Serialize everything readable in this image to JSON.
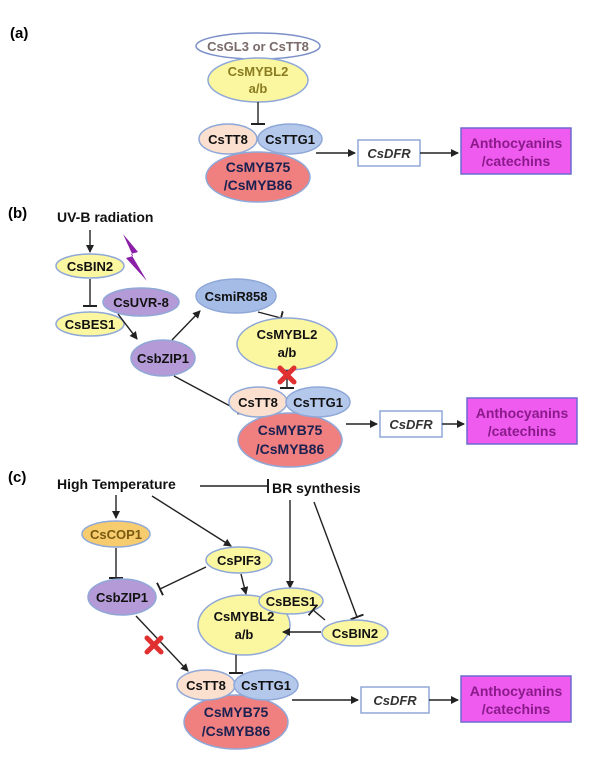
{
  "panels": {
    "a": "(a)",
    "b": "(b)",
    "c": "(c)"
  },
  "a": {
    "gl3": "CsGL3 or CsTT8",
    "mybl2_line1": "CsMYBL2",
    "mybl2_line2": "a/b",
    "tt8": "CsTT8",
    "ttg1": "CsTTG1",
    "myb75_line1": "CsMYB75",
    "myb75_line2": "/CsMYB86",
    "dfr": "CsDFR",
    "product_line1": "Anthocyanins",
    "product_line2": "/catechins"
  },
  "b": {
    "uvb": "UV-B radiation",
    "bin2": "CsBIN2",
    "uvr8": "CsUVR-8",
    "bes1": "CsBES1",
    "bzip1": "CsbZIP1",
    "mir858": "CsmiR858",
    "mybl2_line1": "CsMYBL2",
    "mybl2_line2": "a/b",
    "tt8": "CsTT8",
    "ttg1": "CsTTG1",
    "myb75_line1": "CsMYB75",
    "myb75_line2": "/CsMYB86",
    "dfr": "CsDFR",
    "product_line1": "Anthocyanins",
    "product_line2": "/catechins"
  },
  "c": {
    "hightemp": "High Temperature",
    "br": "BR synthesis",
    "cop1": "CsCOP1",
    "pif3": "CsPIF3",
    "bzip1": "CsbZIP1",
    "bes1": "CsBES1",
    "mybl2_line1": "CsMYBL2",
    "mybl2_line2": "a/b",
    "bin2": "CsBIN2",
    "tt8": "CsTT8",
    "ttg1": "CsTTG1",
    "myb75_line1": "CsMYB75",
    "myb75_line2": "/CsMYB86",
    "dfr": "CsDFR",
    "product_line1": "Anthocyanins",
    "product_line2": "/catechins"
  },
  "colors": {
    "yellow": "#fbf6a0",
    "red": "#f08080",
    "peach": "#fbe0d0",
    "blue": "#b4c8ec",
    "purple": "#b49ad6",
    "orange": "#f7cc6e",
    "magenta": "#ef5bef",
    "magenta_text": "#8a1a8a",
    "bolt": "#8b1fa8",
    "cross": "#e03030"
  }
}
